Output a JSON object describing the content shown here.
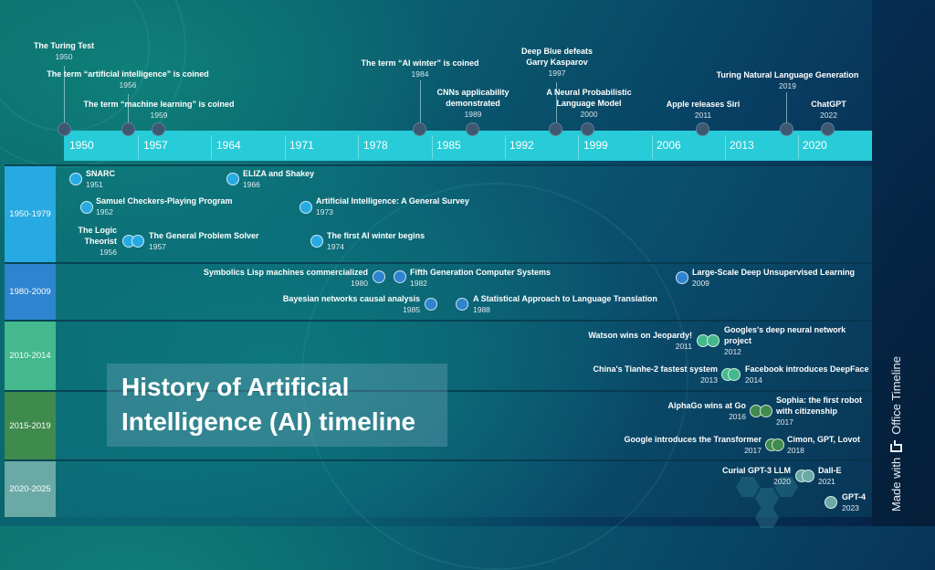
{
  "title": {
    "line1": "History of Artificial",
    "line2": "Intelligence (AI) timeline"
  },
  "watermark": {
    "made_with": "Made with",
    "brand": "Office Timeline",
    "icon": "office-timeline-logo-icon"
  },
  "colors": {
    "axis_bar": "#27ccd8",
    "milestone_dot": "#3f5872",
    "lane_1950_1979": "#27aae1",
    "lane_1980_2009": "#2e84cf",
    "lane_2010_2014": "#43b98d",
    "lane_2015_2019": "#3f8a4d",
    "lane_2020_2025": "#6aa9a6"
  },
  "axis": {
    "ticks": [
      "1950",
      "1957",
      "1964",
      "1971",
      "1978",
      "1985",
      "1992",
      "1999",
      "2006",
      "2013",
      "2020"
    ]
  },
  "milestones": [
    {
      "title": "The Turing Test",
      "date": "1950"
    },
    {
      "title": "The term “artificial intelligence” is coined",
      "date": "1956"
    },
    {
      "title": "The term “machine learning” is coined",
      "date": "1959"
    },
    {
      "title": "The term “AI winter” is coined",
      "date": "1984"
    },
    {
      "title": "CNNs applicability demonstrated",
      "title_l1": "CNNs applicability",
      "title_l2": "demonstrated",
      "date": "1989"
    },
    {
      "title": "Deep Blue defeats Garry Kasparov",
      "title_l1": "Deep Blue defeats",
      "title_l2": "Garry Kasparov",
      "date": "1997"
    },
    {
      "title": "A Neural Probabilistic Language Model",
      "title_l1": "A Neural Probabilistic",
      "title_l2": "Language Model",
      "date": "2000"
    },
    {
      "title": "Apple releases Siri",
      "date": "2011"
    },
    {
      "title": "Turing Natural Language Generation",
      "date": "2019"
    },
    {
      "title": "ChatGPT",
      "date": "2022"
    }
  ],
  "lanes": [
    {
      "label": "1950-1979",
      "events": [
        {
          "title": "SNARC",
          "date": "1951"
        },
        {
          "title": "Samuel Checkers-Playing Program",
          "date": "1952"
        },
        {
          "title": "The Logic Theorist",
          "title_l1": "The Logic",
          "title_l2": "Theorist",
          "date": "1956"
        },
        {
          "title": "The General Problem Solver",
          "date": "1957"
        },
        {
          "title": "ELIZA and Shakey",
          "date": "1966"
        },
        {
          "title": "Artificial Intelligence: A General Survey",
          "date": "1973"
        },
        {
          "title": "The first AI winter begins",
          "date": "1974"
        }
      ]
    },
    {
      "label": "1980-2009",
      "events": [
        {
          "title": "Symbolics Lisp machines commercialized",
          "date": "1980"
        },
        {
          "title": "Fifth Generation Computer Systems",
          "date": "1982"
        },
        {
          "title": "Bayesian networks causal analysis",
          "date": "1985"
        },
        {
          "title": "A Statistical Approach to Language Translation",
          "date": "1988"
        },
        {
          "title": "Large-Scale Deep Unsupervised Learning",
          "date": "2009"
        }
      ]
    },
    {
      "label": "2010-2014",
      "events": [
        {
          "title": "Watson wins on Jeopardy!",
          "date": "2011"
        },
        {
          "title": "Googles's deep neural network project",
          "title_l1": "Googles's deep neural network",
          "title_l2": "project",
          "date": "2012"
        },
        {
          "title": "China's Tianhe-2 fastest system",
          "date": "2013"
        },
        {
          "title": "Facebook introduces DeepFace",
          "date": "2014"
        }
      ]
    },
    {
      "label": "2015-2019",
      "events": [
        {
          "title": "AlphaGo wins at Go",
          "date": "2016"
        },
        {
          "title": "Sophia: the first robot with citizenship",
          "title_l1": "Sophia: the first robot",
          "title_l2": "with citizenship",
          "date": "2017"
        },
        {
          "title": "Google introduces the Transformer",
          "date": "2017"
        },
        {
          "title": "Cimon, GPT, Lovot",
          "date": "2018"
        }
      ]
    },
    {
      "label": "2020-2025",
      "events": [
        {
          "title": "Curial GPT-3 LLM",
          "date": "2020"
        },
        {
          "title": "Dall-E",
          "date": "2021"
        },
        {
          "title": "GPT-4",
          "date": "2023"
        }
      ]
    }
  ]
}
